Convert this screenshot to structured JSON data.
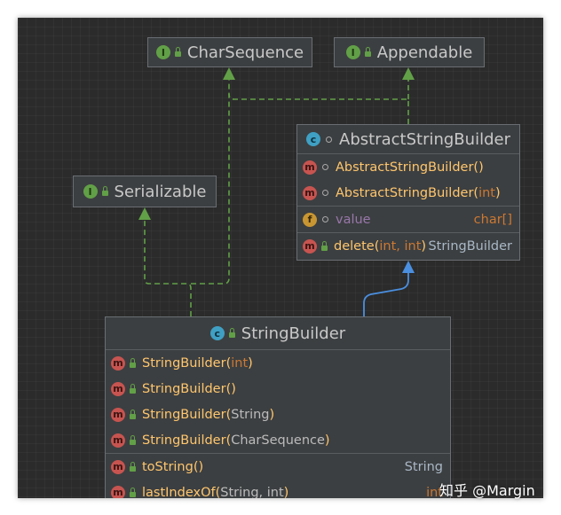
{
  "interfaces": {
    "charsequence": "CharSequence",
    "appendable": "Appendable",
    "serializable": "Serializable"
  },
  "abstract_class": {
    "title": "AbstractStringBuilder",
    "members": [
      {
        "name": "AbstractStringBuilder",
        "params": "",
        "kind": "m"
      },
      {
        "name": "AbstractStringBuilder",
        "params": "int",
        "kind": "m"
      },
      {
        "name": "value",
        "type": "char[]",
        "kind": "f"
      },
      {
        "name": "delete",
        "params": "int, int",
        "ret": "StringBuilder",
        "kind": "m"
      }
    ]
  },
  "class": {
    "title": "StringBuilder",
    "members": [
      {
        "name": "StringBuilder",
        "params": "int"
      },
      {
        "name": "StringBuilder",
        "params": ""
      },
      {
        "name": "StringBuilder",
        "params": "String"
      },
      {
        "name": "StringBuilder",
        "params": "CharSequence"
      },
      {
        "name": "toString",
        "params": "",
        "ret": "String"
      },
      {
        "name": "lastIndexOf",
        "params": "String, int",
        "ret": "int"
      }
    ]
  },
  "badges": {
    "interface": "I",
    "method": "m",
    "field": "f",
    "class": "c"
  },
  "icons": {
    "public": "lock-icon",
    "package": "dot-icon"
  },
  "colors": {
    "background": "#2b2b2b",
    "realization_edge": "#62a047",
    "extends_edge": "#4a8fe0",
    "method_name": "#ffc66d",
    "keyword": "#cc7832"
  },
  "watermark": "知乎 @Margin"
}
